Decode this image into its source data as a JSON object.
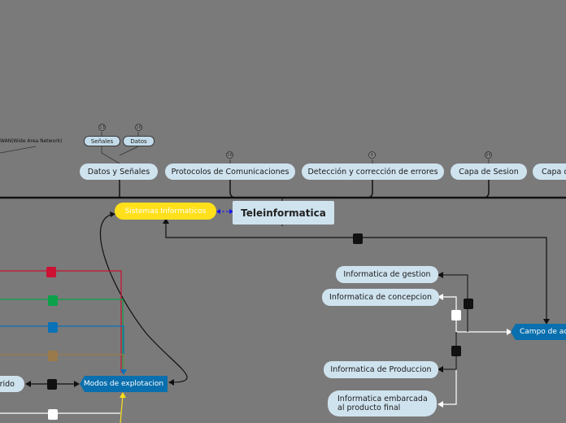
{
  "root": {
    "label": "Teleinformatica"
  },
  "topics": {
    "datos_senales": "Datos y Señales",
    "protocolos": "Protocolos de Comunicaciones",
    "deteccion": "Detección y corrección de errores",
    "capa_sesion": "Capa de Sesion",
    "capa_partial": "Capa d"
  },
  "sub": {
    "senales": "Señales",
    "datos": "Datos",
    "wan": "WAN(Wide Area Network)"
  },
  "counts": {
    "senales": "13",
    "datos": "16",
    "protocolos": "16",
    "deteccion": "6",
    "capa_sesion": "25"
  },
  "sistemas": "Sistemas Informaticos",
  "modos": "Modos de explotacion",
  "rido": "rido",
  "campo": "Campo de ac",
  "aplicaciones": {
    "gestion": "Informatica de gestion",
    "concepcion": "Informatica de concepcion",
    "produccion": "Informatica de Produccion",
    "embarcada_1": "Informatica embarcada",
    "embarcada_2": "al producto final"
  },
  "colors": {
    "background": "#7a7a7a",
    "node": "#cfe3ef",
    "yellow": "#ffe01a",
    "blue": "#0a6fae",
    "red": "#cc1133",
    "green": "#0aa14a",
    "teal": "#0a72b8",
    "brown": "#9a7a4a"
  }
}
